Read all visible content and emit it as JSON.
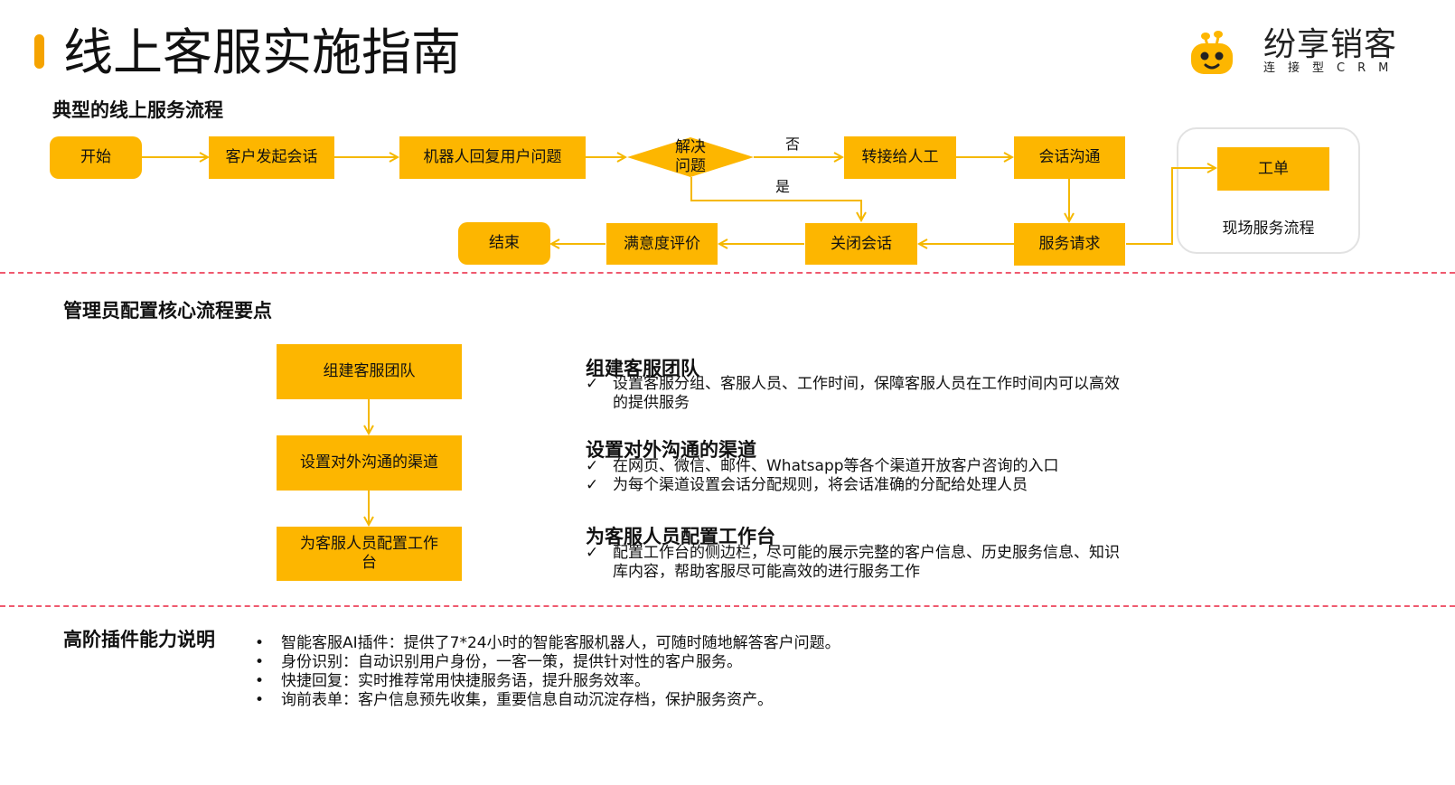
{
  "header": {
    "title": "线上客服实施指南",
    "logo": {
      "name": "纷享销客",
      "tagline": "连接型CRM"
    }
  },
  "section1": {
    "heading": "典型的线上服务流程",
    "nodes": {
      "start": "开始",
      "customer_session": "客户发起会话",
      "robot_reply": "机器人回复用户问题",
      "decision": "解决问题",
      "transfer": "转接给人工",
      "communication": "会话沟通",
      "service_request": "服务请求",
      "close": "关闭会话",
      "satisfaction": "满意度评价",
      "end": "结束",
      "work_order": "工单",
      "onsite_flow": "现场服务流程"
    },
    "edge_labels": {
      "no": "否",
      "yes": "是"
    }
  },
  "section2": {
    "heading": "管理员配置核心流程要点",
    "steps": [
      "组建客服团队",
      "设置对外沟通的渠道",
      "为客服人员配置工作台"
    ],
    "points": [
      {
        "title": "组建客服团队",
        "items": [
          "设置客服分组、客服人员、工作时间，保障客服人员在工作时间内可以高效的提供服务"
        ]
      },
      {
        "title": "设置对外沟通的渠道",
        "items": [
          "在网页、微信、邮件、Whatsapp等各个渠道开放客户咨询的入口",
          "为每个渠道设置会话分配规则，将会话准确的分配给处理人员"
        ]
      },
      {
        "title": "为客服人员配置工作台",
        "items": [
          "配置工作台的侧边栏，尽可能的展示完整的客户信息、历史服务信息、知识库内容，帮助客服尽可能高效的进行服务工作"
        ]
      }
    ],
    "check_mark": "✓"
  },
  "section3": {
    "heading": "高阶插件能力说明",
    "bullet": "•",
    "bullets": [
      "智能客服AI插件：提供了7*24小时的智能客服机器人，可随时随地解答客户问题。",
      "身份识别：自动识别用户身份，一客一策，提供针对性的客户服务。",
      "快捷回复：实时推荐常用快捷服务语，提升服务效率。",
      "询前表单：客户信息预先收集，重要信息自动沉淀存档，保护服务资产。"
    ]
  },
  "colors": {
    "accent": "#fdb600",
    "divider": "#ef5a6f",
    "arrow": "#f5b800"
  }
}
